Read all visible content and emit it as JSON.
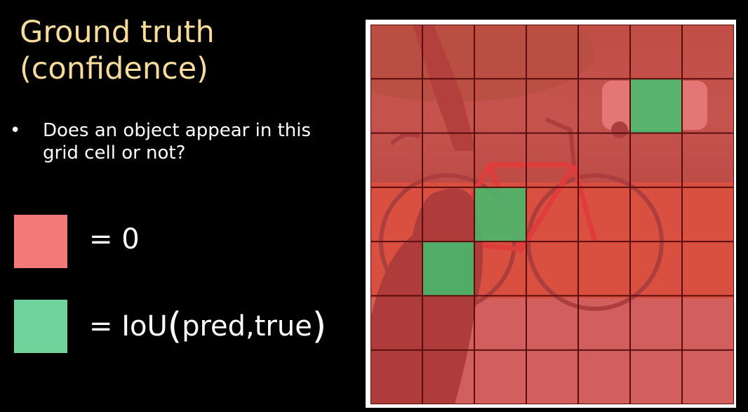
{
  "slide": {
    "title_line1": "Ground truth",
    "title_line2": "(confidence)",
    "bullet_symbol": "•",
    "bullet_text": "Does an object appear in this grid cell or not?"
  },
  "legend": {
    "red": {
      "label": "= 0",
      "color": "#f47a7a"
    },
    "green": {
      "prefix": "= IoU",
      "open": "(",
      "inner": "pred,true",
      "close": ")",
      "color": "#6fd39b"
    }
  },
  "image": {
    "description_icon": "grid-overlay-photo",
    "grid_rows": 7,
    "grid_cols": 7,
    "overlay_color": "#e24a4a",
    "positive_color": "#3fbf6f",
    "positive_cells": [
      [
        1,
        5
      ],
      [
        3,
        2
      ],
      [
        4,
        1
      ]
    ]
  }
}
